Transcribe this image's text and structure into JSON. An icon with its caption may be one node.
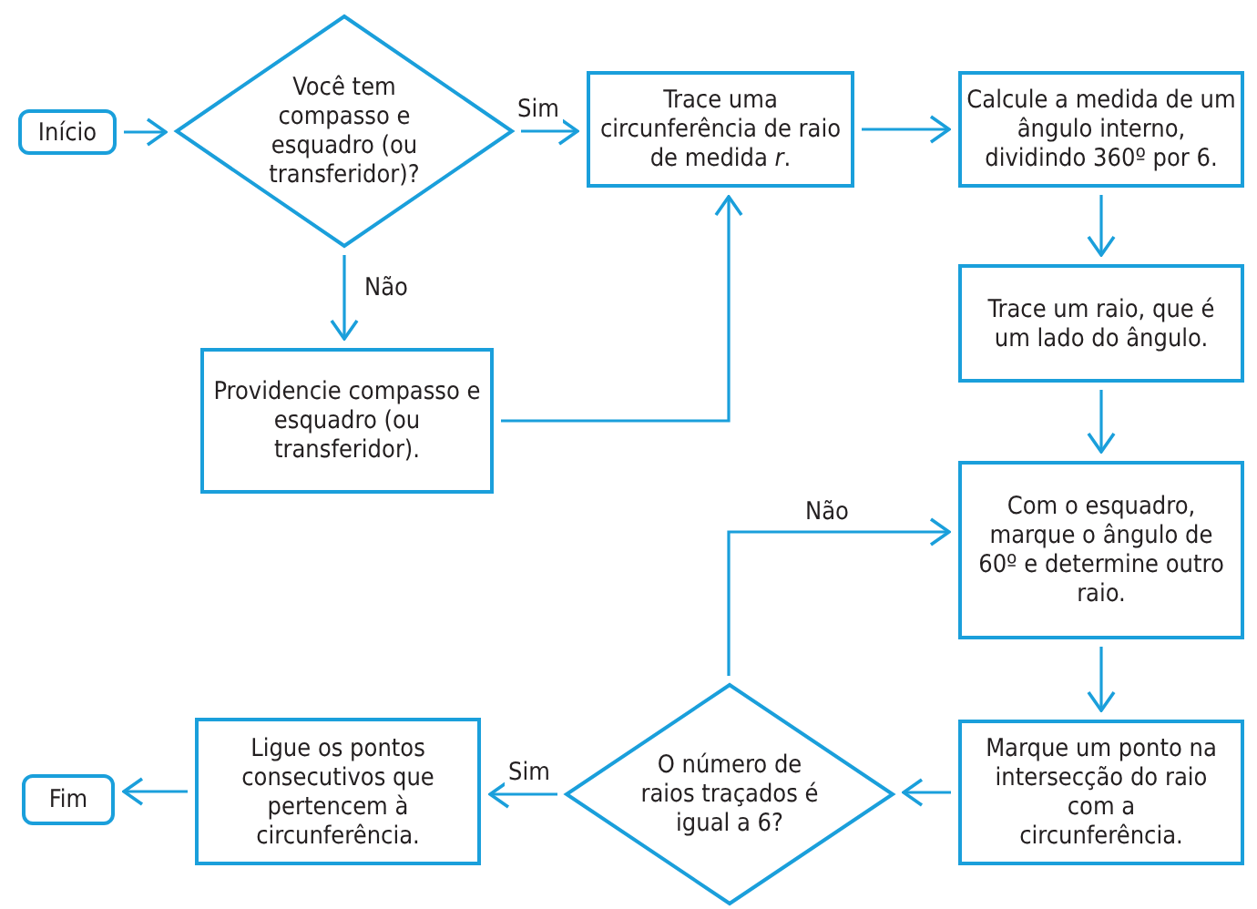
{
  "diagram": {
    "nodes": [
      {
        "text": [
          "Início"
        ]
      },
      {
        "text": [
          "Você tem compasso e esquadro (ou transferidor)?"
        ]
      },
      {
        "text": [
          "Trace uma circunferência de raio de medida *r*."
        ]
      },
      {
        "text": [
          "Calcule a medida de um ângulo interno, dividindo 360º por 6."
        ]
      },
      {
        "text": [
          "Providencie compasso e esquadro (ou transferidor)."
        ]
      },
      {
        "text": [
          "Trace um raio, que é um lado do ângulo."
        ]
      },
      {
        "text": [
          "Com o esquadro, marque o ângulo de 60º e determine outro raio."
        ]
      },
      {
        "text": [
          "Marque um ponto na intersecção do raio com a circunferência."
        ]
      },
      {
        "text": [
          "O número de raios traçados é igual a 6?"
        ]
      },
      {
        "text": [
          "Ligue os pontos consecutivos que pertencem à circunferência."
        ]
      },
      {
        "text": [
          "Fim"
        ]
      }
    ],
    "edges": [
      {
        "from": 0,
        "to": 1,
        "arrow": "to"
      },
      {
        "from": 1,
        "to": 2,
        "arrow": "to",
        "label": "Sim"
      },
      {
        "from": 1,
        "to": 4,
        "arrow": "to",
        "label": "Não"
      },
      {
        "from": 4,
        "to": 2,
        "arrow": "to"
      },
      {
        "from": 2,
        "to": 3,
        "arrow": "to"
      },
      {
        "from": 3,
        "to": 5,
        "arrow": "to"
      },
      {
        "from": 5,
        "to": 6,
        "arrow": "to"
      },
      {
        "from": 6,
        "to": 7,
        "arrow": "to"
      },
      {
        "from": 7,
        "to": 8,
        "arrow": "to"
      },
      {
        "from": 8,
        "to": 6,
        "arrow": "to",
        "label": "Não"
      },
      {
        "from": 8,
        "to": 9,
        "arrow": "to",
        "label": "Sim"
      },
      {
        "from": 9,
        "to": 10,
        "arrow": "to"
      }
    ]
  }
}
